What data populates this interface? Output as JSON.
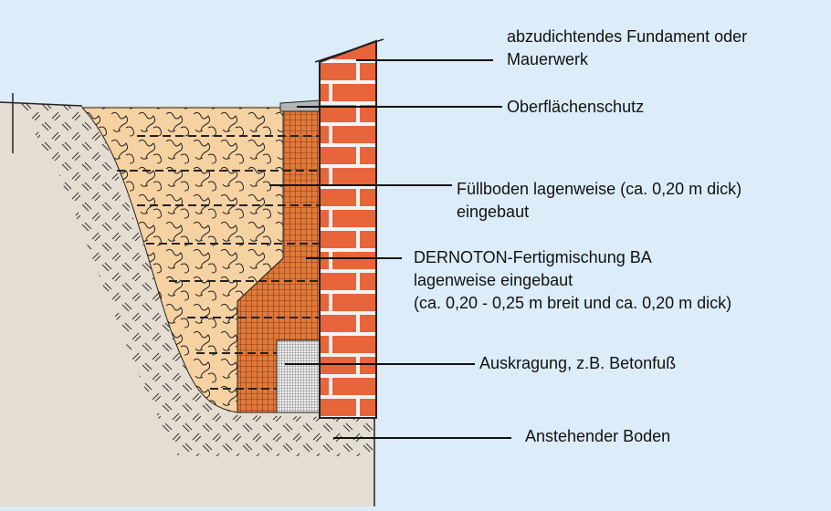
{
  "colors": {
    "background": "#dcecf9",
    "ground": "#e6ddd2",
    "fill_soil": "#f6d2a2",
    "dernoton": "#e07a3a",
    "brick": "#e8643a",
    "mortar": "#f3f3f3",
    "concrete": "#e8e8e8",
    "surface_protection": "#b5b5b5"
  },
  "labels": {
    "foundation": [
      "abzudichtendes Fundament oder",
      "Mauerwerk"
    ],
    "surface": "Oberflächenschutz",
    "fill": [
      "Füllboden lagenweise (ca. 0,20 m dick)",
      "eingebaut"
    ],
    "dernoton": [
      "DERNOTON-Fertigmischung BA",
      "lagenweise eingebaut",
      "(ca. 0,20 - 0,25 m breit und ca. 0,20 m dick)"
    ],
    "footing": "Auskragung, z.B. Betonfuß",
    "soil": "Anstehender Boden"
  }
}
